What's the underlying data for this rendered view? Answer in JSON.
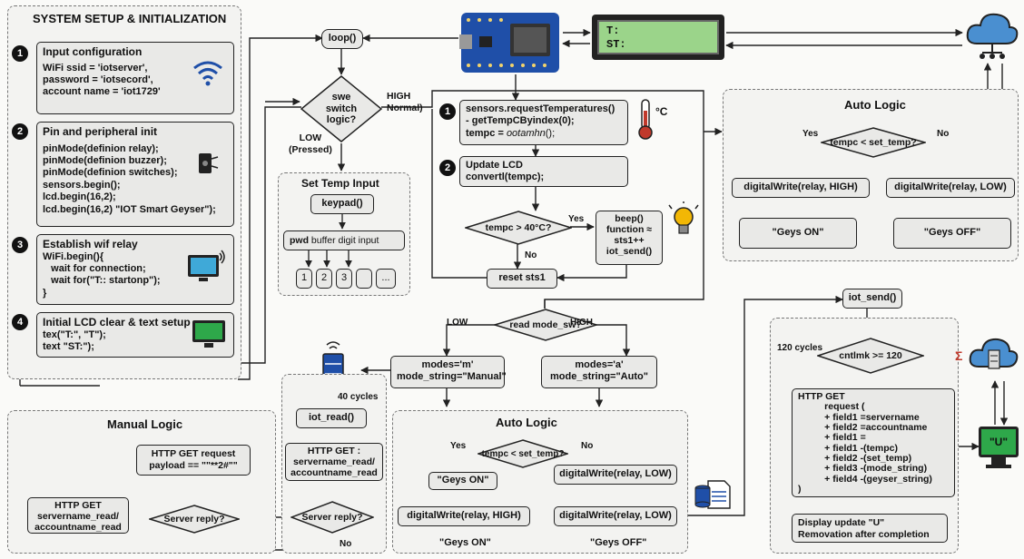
{
  "setup": {
    "title": "SYSTEM SETUP & INITIALIZATION",
    "steps": [
      {
        "num": "1",
        "heading": "Input configuration",
        "body": "WiFi ssid = 'iotserver',\npassword = 'iotsecord',\naccount name = 'iot1729'"
      },
      {
        "num": "2",
        "heading": "Pin and peripheral init",
        "body": "pinMode(definion relay);\npinMode(definion buzzer);\npinMode(definion switches);\nsensors.begin();\nlcd.begin(16,2);\nlcd.begin(16,2) \"IOT Smart Geyser\");"
      },
      {
        "num": "3",
        "heading": "Establish wif relay",
        "body": "WiFi.begin(){\n   wait for connection;\n   wait for(\"T:: startonp\");\n}"
      },
      {
        "num": "4",
        "heading": "Initial LCD clear & text setup",
        "body": "tex(\"T:\", \"T\");\ntext \"ST:\");"
      }
    ]
  },
  "lcd": {
    "line1": "T:",
    "line2": "ST:"
  },
  "loop": {
    "label": "loop()",
    "switch_decision": "swe\nswitch\nlogic?",
    "high_label": "HIGH\nNormal)",
    "low_label": "LOW\n(Pressed)"
  },
  "set_temp": {
    "title": "Set Temp Input",
    "keypad": "keypad()",
    "buffer_bold": "pwd",
    "buffer_rest": " buffer digit input",
    "keys": [
      "1",
      "2",
      "3",
      "",
      "..."
    ]
  },
  "main": {
    "step1_num": "1",
    "step1": "sensors.requestTemperatures()\n- getTempCByindex(0);\ntempc = ",
    "step1_italic": "ootamhn",
    "step1_end": "();",
    "celsius": "°C",
    "step2_num": "2",
    "step2": "Update LCD\nconvertl(tempc);",
    "decision": "tempc > 40°C?",
    "yes": "Yes",
    "no": "No",
    "action": "beep()\nfunction ≈\nsts1++\niot_send()",
    "reset": "reset sts1"
  },
  "auto_top": {
    "title": "Auto Logic",
    "decision": "tempc < set_temp?",
    "yes": "Yes",
    "no": "No",
    "left_action": "digitalWrite(relay, HIGH)",
    "right_action": "digitalWrite(relay, LOW)",
    "left_status": "\"Geys ON\"",
    "right_status": "\"Geys OFF\""
  },
  "mode": {
    "decision": "read mode_sw?",
    "low": "LOW",
    "high": "HIGH",
    "manual": "modes='m'\nmode_string=\"Manual\"",
    "auto": "modes='a'\nmode_string=\"Auto\""
  },
  "iot_read": {
    "cycles": "40 cycles",
    "label": "iot_read()",
    "http": "HTTP GET :\nservername_read/\naccountname_read",
    "decision": "Server reply?",
    "no": "No"
  },
  "manual_logic": {
    "title": "Manual Logic",
    "request": "HTTP GET request\npayload == \"\"**2#\"\"",
    "http": "HTTP GET\nservername_read/\naccountname_read",
    "decision": "Server reply?"
  },
  "auto_bottom": {
    "title": "Auto Logic",
    "decision": "tempc < set_temp?",
    "yes": "Yes",
    "no": "No",
    "left_status1": "\"Geys ON\"",
    "right_action1": "digitalWrite(relay, LOW)",
    "left_action": "digitalWrite(relay, HIGH)",
    "right_action2": "digitalWrite(relay, LOW)",
    "left_status2": "\"Geys ON\"",
    "right_status2": "\"Geys OFF\""
  },
  "iot_send": {
    "label": "iot_send()",
    "cycles": "120 cycles",
    "decision": "cntlmk >= 120",
    "sigma": "Σ",
    "http": "HTTP GET\n          request (\n          + field1 =servername\n          + field2 =accountname\n          + field1 =\n          + field1 -(tempc)\n          + field2 -(set_temp)\n          + field3 -(mode_string)\n          + field4 -(geyser_string)\n)",
    "display": "Display update \"U\"\nRemovation after completion",
    "monitor": "\"U\""
  },
  "colors": {
    "lcd": "#9bd48a",
    "monitor": "#2ea84a",
    "cloud": "#4a8fd0",
    "board": "#1f4fa8",
    "thermo": "#c0392b",
    "bulb": "#f2b705"
  }
}
